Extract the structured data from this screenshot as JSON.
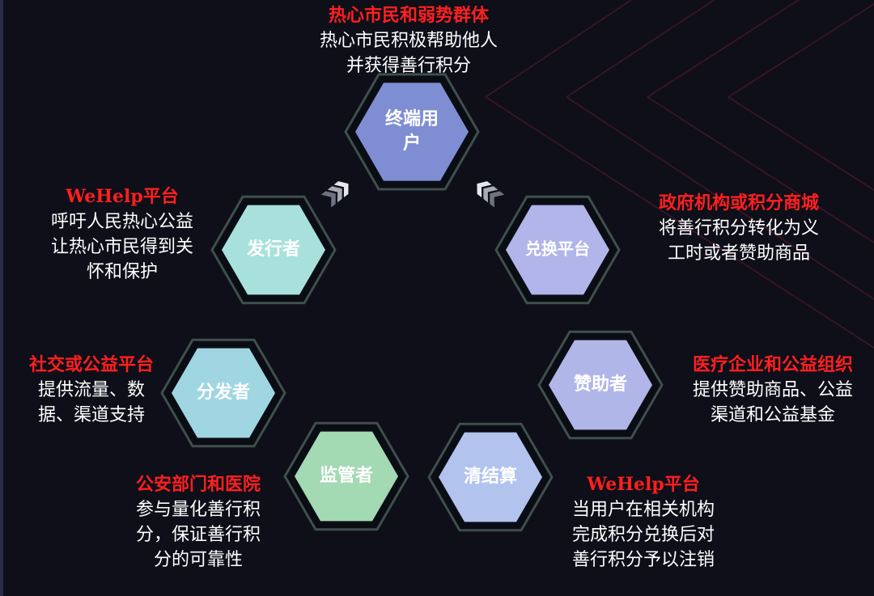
{
  "colors": {
    "background": "#0e0f18",
    "role_text": "#ff1f1f",
    "desc_text": "#ffffff",
    "hex_outer_border": "#3f4f4c"
  },
  "nodes": {
    "end_user": {
      "label_lines": [
        "终端用",
        "户"
      ],
      "fill": "#7f8ed3"
    },
    "issuer": {
      "label_lines": [
        "发行者"
      ],
      "fill": "#a8e1dc"
    },
    "exchange": {
      "label_lines": [
        "兑换平台"
      ],
      "fill": "#b1b5e9"
    },
    "distributor": {
      "label_lines": [
        "分发者"
      ],
      "fill": "#9fd6e1"
    },
    "sponsor": {
      "label_lines": [
        "赞助者"
      ],
      "fill": "#b1b6e8"
    },
    "supervisor": {
      "label_lines": [
        "监管者"
      ],
      "fill": "#a3d9b3"
    },
    "clearing": {
      "label_lines": [
        "清结算"
      ],
      "fill": "#b2c3ee"
    }
  },
  "descriptions": {
    "end_user": {
      "role": "热心市民和弱势群体",
      "lines": [
        "热心市民积极帮助他人",
        "并获得善行积分"
      ]
    },
    "issuer": {
      "role": "WeHelp平台",
      "lines": [
        "呼吁人民热心公益",
        "让热心市民得到关",
        "怀和保护"
      ]
    },
    "exchange": {
      "role": "政府机构或积分商城",
      "lines": [
        "将善行积分转化为义",
        "工时或者赞助商品"
      ]
    },
    "distributor": {
      "role": "社交或公益平台",
      "lines": [
        "提供流量、数",
        "据、渠道支持"
      ]
    },
    "sponsor": {
      "role": "医疗企业和公益组织",
      "lines": [
        "提供赞助商品、公益",
        "渠道和公益基金"
      ]
    },
    "supervisor": {
      "role": "公安部门和医院",
      "lines": [
        "参与量化善行积",
        "分，保证善行积",
        "分的可靠性"
      ]
    },
    "clearing": {
      "role": "WeHelp平台",
      "lines": [
        "当用户在相关机构",
        "完成积分兑换后对",
        "善行积分予以注销"
      ]
    }
  },
  "arrows": [
    {
      "name": "issuer-to-end-user-arrow",
      "direction": "up-right"
    },
    {
      "name": "exchange-to-end-user-arrow",
      "direction": "up-left"
    }
  ]
}
